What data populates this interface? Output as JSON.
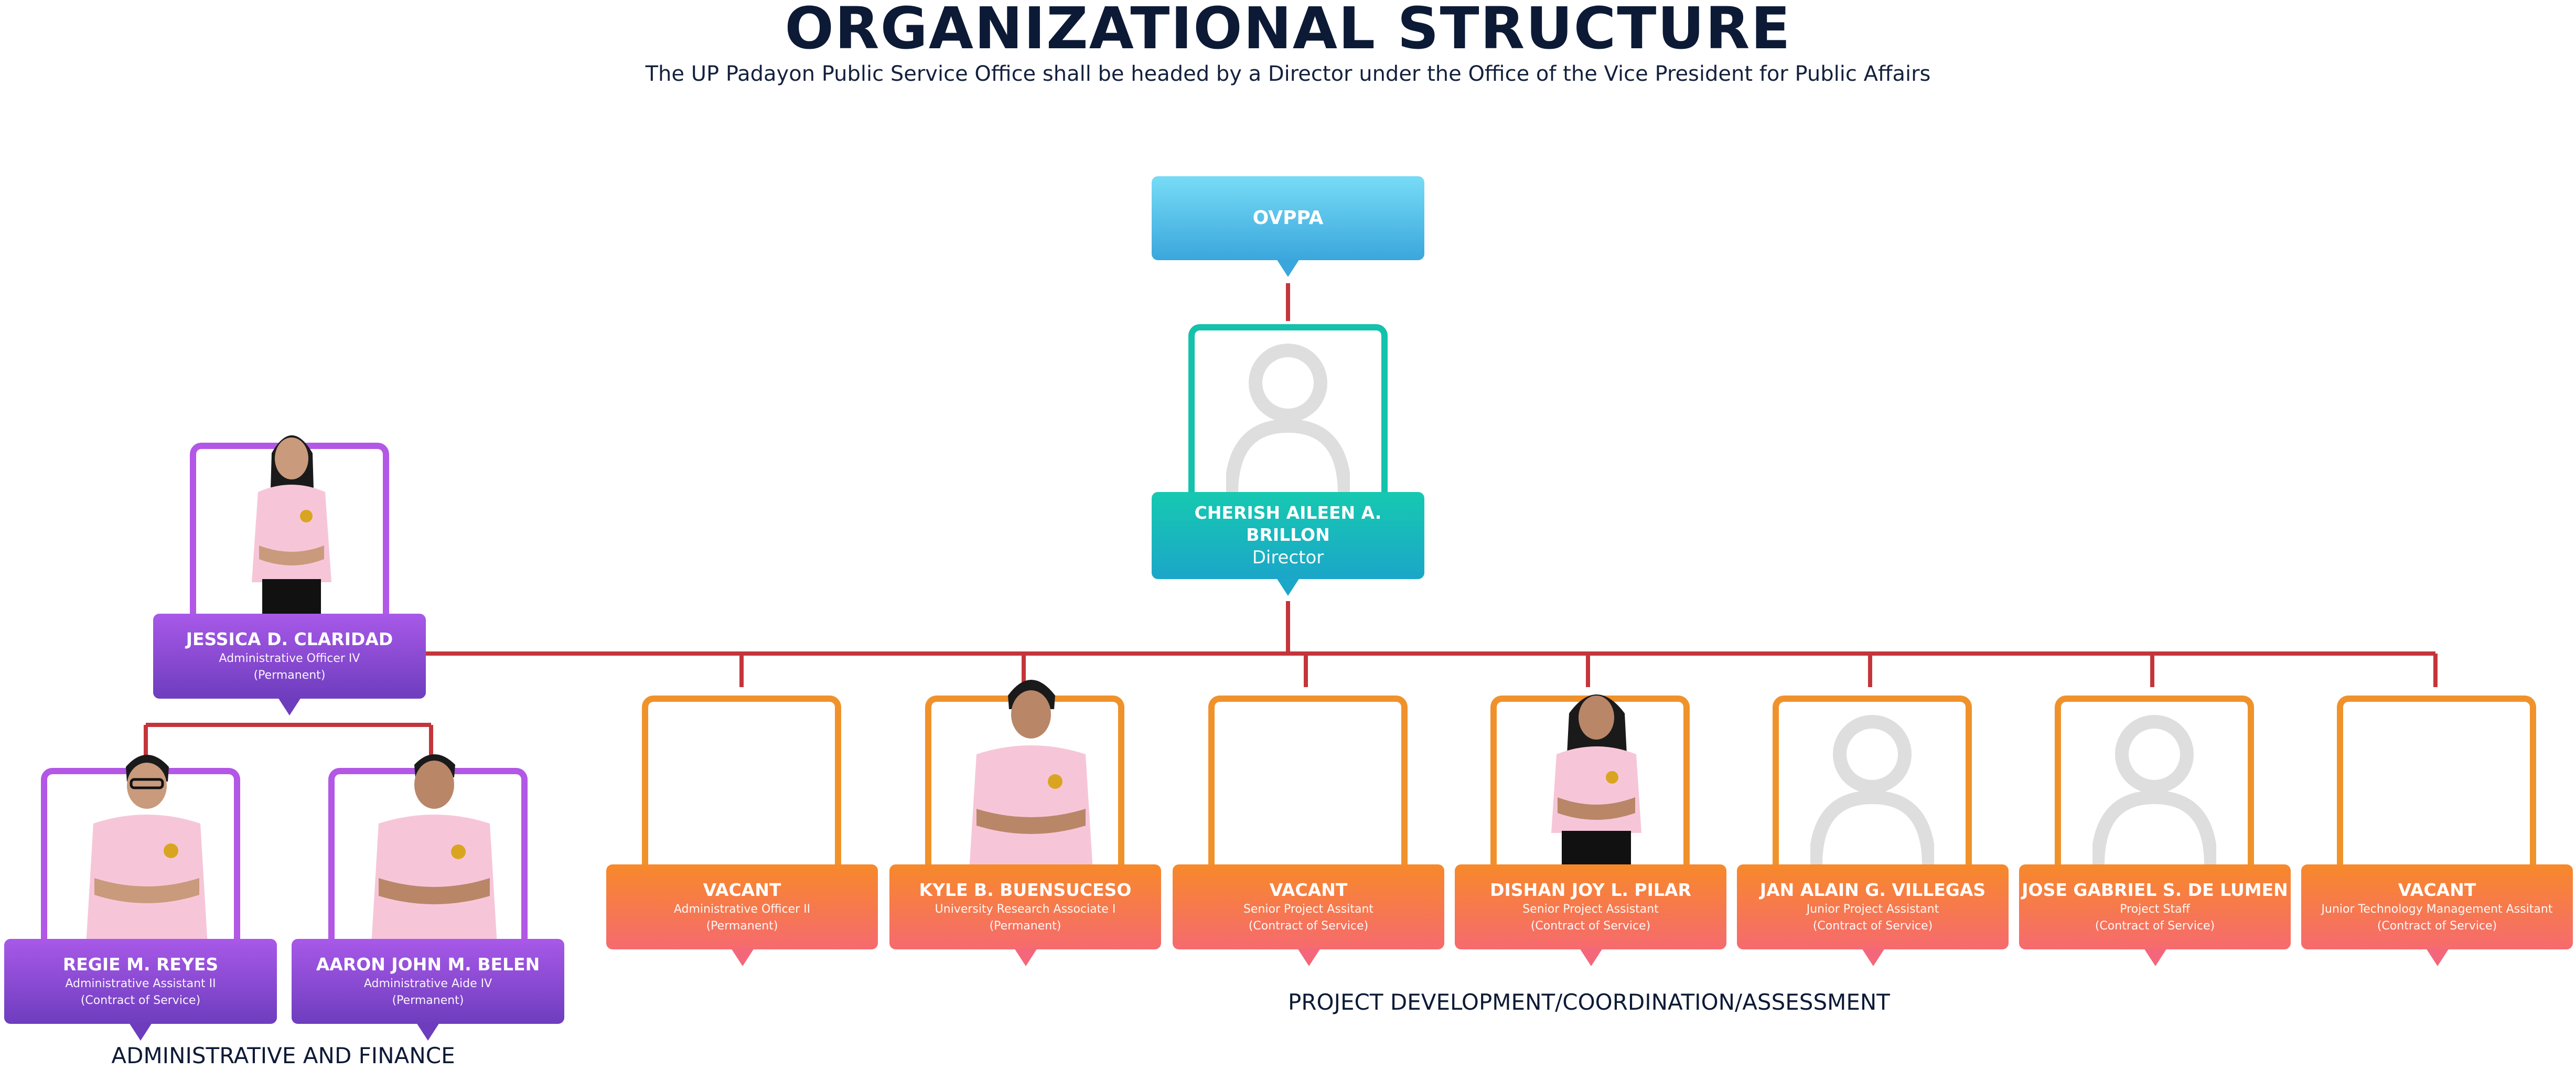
{
  "header": {
    "title": "ORGANIZATIONAL STRUCTURE",
    "subtitle": "The UP Padayon Public Service Office shall be headed by a Director under the Office of the Vice President for Public Affairs"
  },
  "top": {
    "office": "OVPPA",
    "director_name": "CHERISH AILEEN A. BRILLON",
    "director_role": "Director"
  },
  "admin": {
    "section_label": "ADMINISTRATIVE AND FINANCE",
    "head": {
      "name": "JESSICA D. CLARIDAD",
      "role": "Administrative Officer IV",
      "status": "(Permanent)"
    },
    "staff": [
      {
        "name": "REGIE M. REYES",
        "role": "Administrative Assistant II",
        "status": "(Contract of Service)"
      },
      {
        "name": "AARON JOHN M. BELEN",
        "role": "Administrative Aide IV",
        "status": "(Permanent)"
      }
    ]
  },
  "project": {
    "section_label": "PROJECT DEVELOPMENT/COORDINATION/ASSESSMENT",
    "positions": [
      {
        "name": "VACANT",
        "role": "Administrative Officer II",
        "status": "(Permanent)"
      },
      {
        "name": "KYLE B. BUENSUCESO",
        "role": "University Research Associate I",
        "status": "(Permanent)"
      },
      {
        "name": "VACANT",
        "role": "Senior Project Assitant",
        "status": "(Contract of Service)"
      },
      {
        "name": "DISHAN JOY L. PILAR",
        "role": "Senior Project Assistant",
        "status": "(Contract of Service)"
      },
      {
        "name": "JAN ALAIN G. VILLEGAS",
        "role": "Junior Project Assistant",
        "status": "(Contract of Service)"
      },
      {
        "name": "JOSE GABRIEL S. DE LUMEN",
        "role": "Project Staff",
        "status": "(Contract of Service)"
      },
      {
        "name": "VACANT",
        "role": "Junior Technology Management Assitant",
        "status": "(Contract of Service)"
      }
    ]
  },
  "colors": {
    "connector": "#c4353b",
    "orange": "#f0922b",
    "purple": "#b257e6",
    "teal": "#14c1ac",
    "blue": "#3aa6dc",
    "shirt": "#f6c6d8"
  }
}
